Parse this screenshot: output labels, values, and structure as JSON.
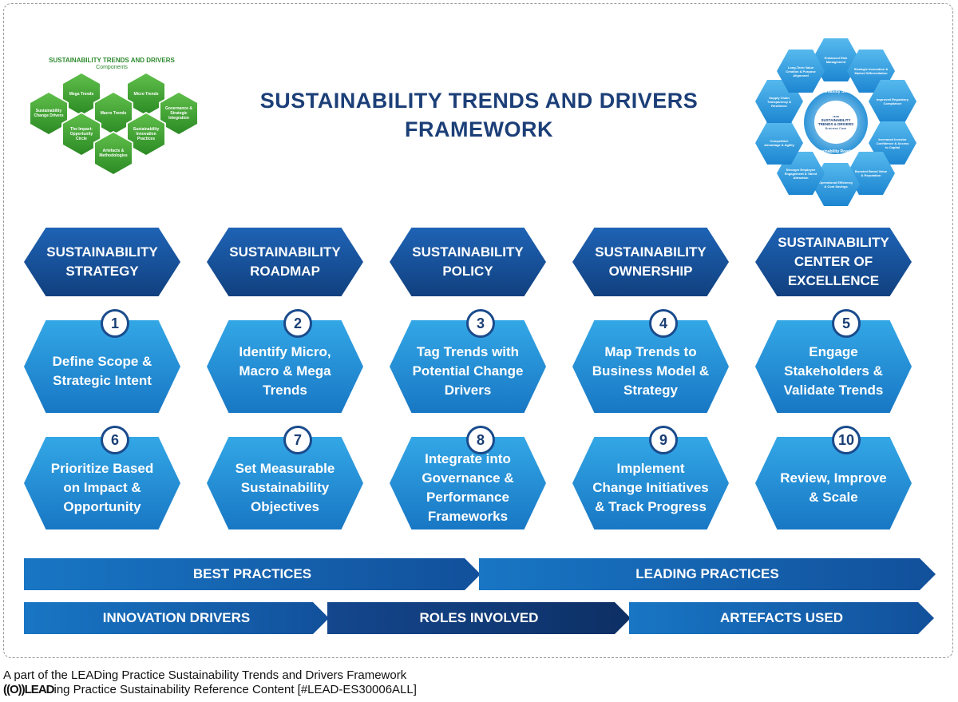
{
  "title": {
    "line1": "SUSTAINABILITY TRENDS AND DRIVERS",
    "line2": "FRAMEWORK"
  },
  "components": {
    "title": "SUSTAINABILITY TRENDS AND DRIVERS",
    "subtitle": "Components",
    "cells": [
      "Mega Trends",
      "Micro Trends",
      "Sustainability Change Drivers",
      "Macro Trends",
      "Governance & Strategic Integration",
      "The Impact-Opportunity Circle",
      "Sustainability Innovation Practices",
      "Artefacts & Methodologies"
    ]
  },
  "wheel": {
    "core_brand": "LEAD",
    "core_title": "SUSTAINABILITY TRENDS & DRIVERS",
    "core_sub": "Business Case",
    "ring_top": "Sustainability Strategy",
    "ring_bottom": "Sustainability Roadmap",
    "petals": [
      "Enhanced Risk Management",
      "Strategic Innovation & Market Differentiation",
      "Improved Regulatory Compliance",
      "Increased Investor Confidence & Access to Capital",
      "Boosted Brand Value & Reputation",
      "Operational Efficiency & Cost Savings",
      "Stronger Employee Engagement & Talent Attraction",
      "Competitive Advantage & Agility",
      "Supply Chain Transparency & Resilience",
      "Long-Term Value Creation & Purpose Alignment"
    ]
  },
  "headers": [
    "SUSTAINABILITY STRATEGY",
    "SUSTAINABILITY ROADMAP",
    "SUSTAINABILITY POLICY",
    "SUSTAINABILITY OWNERSHIP",
    "SUSTAINABILITY CENTER OF EXCELLENCE"
  ],
  "steps": [
    {
      "num": "1",
      "text": "Define Scope & Strategic Intent"
    },
    {
      "num": "2",
      "text": "Identify Micro, Macro & Mega Trends"
    },
    {
      "num": "3",
      "text": "Tag Trends with Potential Change Drivers"
    },
    {
      "num": "4",
      "text": "Map Trends to Business Model & Strategy"
    },
    {
      "num": "5",
      "text": "Engage Stakeholders & Validate Trends"
    },
    {
      "num": "6",
      "text": "Prioritize Based on Impact & Opportunity"
    },
    {
      "num": "7",
      "text": "Set Measurable Sustainability Objectives"
    },
    {
      "num": "8",
      "text": "Integrate into Governance & Performance Frameworks"
    },
    {
      "num": "9",
      "text": "Implement Change Initiatives & Track Progress"
    },
    {
      "num": "10",
      "text": "Review, Improve & Scale"
    }
  ],
  "bands": {
    "row1": [
      "BEST PRACTICES",
      "LEADING PRACTICES"
    ],
    "row2": [
      "INNOVATION DRIVERS",
      "ROLES INVOLVED",
      "ARTEFACTS USED"
    ]
  },
  "footer": {
    "line1": "A part of the LEADing Practice Sustainability Trends and Drivers Framework",
    "logo": "((O))LEAD",
    "line2": "ing Practice Sustainability Reference Content [#LEAD-ES30006ALL]"
  }
}
